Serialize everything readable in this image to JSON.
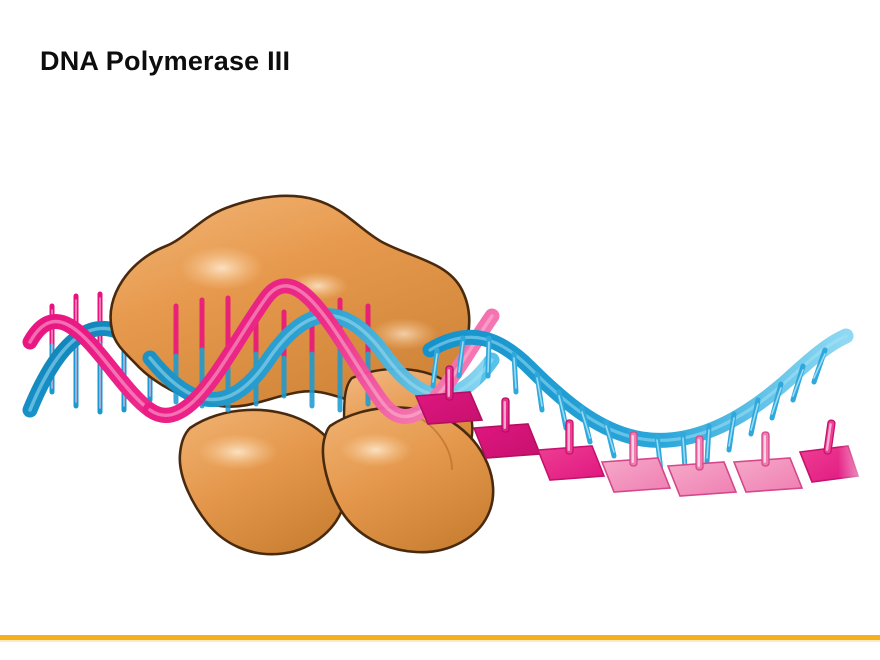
{
  "slide": {
    "title": "DNA Polymerase III",
    "background_color": "#FFFFFF",
    "title_color": "#0D0D0D",
    "accent_rule_color": "#F5B01B"
  },
  "figure": {
    "name": "dna-polymerase-iii-replication-diagram",
    "description": "Cartoon illustration of the DNA Polymerase III enzyme complex bound to a DNA double helix, unwinding it and synthesizing a new strand from free nucleotides.",
    "palette": {
      "protein_fill": "#E79A4E",
      "protein_fill_light": "#EFB172",
      "protein_fill_dark": "#C87A2E",
      "protein_outline": "#4A2A0E",
      "protein_highlight": "#F7D2A4",
      "strand_blue": "#1B9AD1",
      "strand_blue_dark": "#0E73A8",
      "strand_blue_light": "#7FD0EE",
      "strand_pink": "#E8117F",
      "strand_pink_dark": "#C20F6A",
      "strand_pink_light": "#F58FBE",
      "nucleotide_pink_dark": "#E01680",
      "nucleotide_pink_light": "#F4A0C4"
    },
    "parts": [
      {
        "id": "protein-complex",
        "label": "DNA Polymerase III enzyme complex",
        "color": "#E79A4E",
        "lobes": 4
      },
      {
        "id": "dna-double-helix",
        "label": "Parental DNA double helix",
        "colors": [
          "#E8117F",
          "#1B9AD1"
        ]
      },
      {
        "id": "template-strand-blue",
        "label": "Separated template strand with exposed bases",
        "color": "#1B9AD1",
        "exposed_bases": 17
      },
      {
        "id": "free-nucleotides-pink",
        "label": "Free nucleotides",
        "color": "#E01680",
        "count": 7
      }
    ]
  }
}
